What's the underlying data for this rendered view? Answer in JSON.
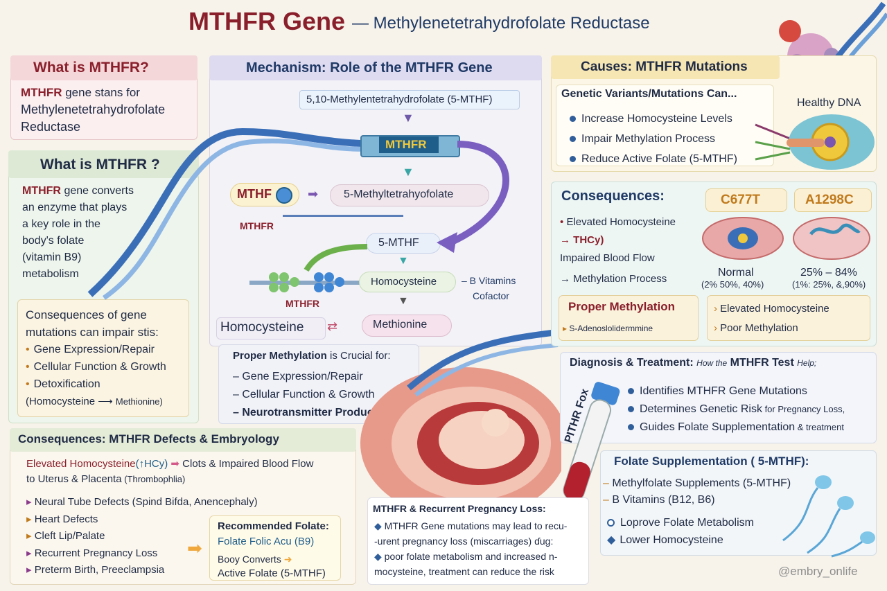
{
  "title": {
    "main": "MTHFR Gene",
    "sub": "— Methylenetetrahydrofolate Reductase"
  },
  "what1": {
    "heading": "What is MTHFR?",
    "l1a": "MTHFR",
    "l1b": " gene stans for",
    "l2": "Methylenetetrahydrofolate",
    "l3": "Reductase"
  },
  "what2": {
    "heading": "What is MTHFR ?",
    "lines": [
      "gene converts",
      "an enzyme that plays",
      "a key role in the",
      "body's folate",
      "(vitamin B9)",
      "metabolism"
    ],
    "lead": "MTHFR"
  },
  "conseq_gene": {
    "l1": "Consequences of gene",
    "l2": "mutations can impair stis:",
    "items": [
      "Gene Expression/Repair",
      "Cellular Function & Growth",
      "Detoxification"
    ],
    "sub": "(Homocysteine ⟶ ",
    "sub2": "Methionine)"
  },
  "mech": {
    "heading": "Mechanism: Role of the MTHFR Gene",
    "top": "5,10-Methylentetrahydrofolate (5-MTHF)",
    "enzyme": "MTHFR",
    "mthf": "MTHF",
    "mthf_label": "MTHFR",
    "methyl": "5-Methyltetrahyofolate",
    "five": "5-MTHF",
    "homo": "Homocysteine",
    "bvit1": "– B Vitamins",
    "bvit2": "Cofactor",
    "mthfr2": "MTHFR",
    "homo2": "Homocysteine",
    "methionine": "Methionine"
  },
  "proper": {
    "l1a": "Proper Methylation",
    "l1b": " is Crucial for:",
    "items": [
      "Gene Expression/Repair",
      "Cellular Function & Growth",
      "Neurotransmitter Production"
    ]
  },
  "causes": {
    "heading": "Causes: MTHFR Mutations",
    "sub": "Genetic Variants/Mutations Can...",
    "items": [
      "Increase Homocysteine Levels",
      "Impair Methylation Process",
      "Reduce Active Folate (5-MTHF)"
    ],
    "healthy": "Healthy DNA"
  },
  "conseq": {
    "heading": "Consequences:",
    "v1": "C677T",
    "v2": "A1298C",
    "l1": "Elevated Homocysteine",
    "l2": "→ THCy)",
    "l3": "Impaired Blood Flow",
    "l4": "→ Methylation Process",
    "normal": "Normal",
    "normal_pct": "(2% 50%, 40%)",
    "range": "25% – 84%",
    "range_pct": "(1%: 25%, &,90%)",
    "pm": "Proper Methylation",
    "sam": "S-Adenoslolidermmine",
    "r1": "Elevated Homocysteine",
    "r2": "Poor Methylation"
  },
  "diag": {
    "h1": "Diagnosis & Treatment:",
    "h2": "How the",
    "h3": "MTHFR Test",
    "h4": "Help;",
    "items": [
      [
        "Identifies MTHFR Gene Mutations",
        ""
      ],
      [
        "Determines Genetic Risk",
        " for Pregnancy Loss,"
      ],
      [
        "Guides Folate Supplementation",
        " & treatment"
      ]
    ],
    "tube": "PITHR Fox"
  },
  "folate": {
    "heading": "Folate Supplementation ( 5-MTHF):",
    "items": [
      "Methylfolate Supplements (5-MTHF)",
      "B Vitamins (B12, B6)"
    ],
    "items2": [
      "Loprove Folate Metabolism",
      "Lower Homocysteine"
    ]
  },
  "embryo": {
    "heading": "Consequences: MTHFR Defects & Embryology",
    "l1a": "Elevated Homocysteine",
    "l1b": "(↑HCy)",
    "l1c": " Clots & Impaired Blood Flow",
    "l2": "to Uterus & Placenta",
    "l2b": " (Thrombophlia)",
    "items": [
      "Neural Tube Defects (Spind Bifda, Anencephaly)",
      "Heart Defects",
      "Cleft Lip/Palate",
      "Recurrent Pregnancy Loss",
      "Preterm Birth, Preeclampsia"
    ],
    "rec": "Recommended Folate:",
    "r1": "Folate Folic Acu (B9)",
    "r2": "Booy Converts",
    "r3": "Active Folate (5-MTHF)"
  },
  "rpl": {
    "heading": "MTHFR & Recurrent Pregnancy Loss:",
    "lines": [
      "MTHFR Gene mutations may lead to recu-",
      "-urent pregnancy loss (miscarriages) ɗug:",
      "poor folate metabolism and increased n-",
      "mocysteine, treatment can reduce the risk"
    ]
  },
  "credit": "@embry_onlife"
}
